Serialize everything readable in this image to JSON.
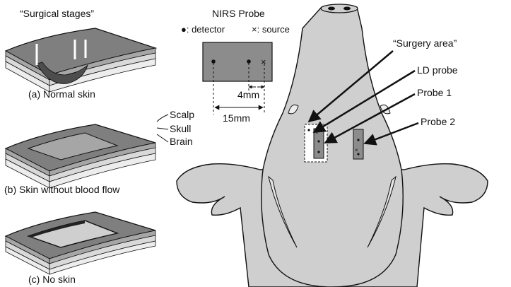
{
  "stages": {
    "title": "“Surgical stages”",
    "panel_a": "(a) Normal skin",
    "panel_b": "(b) Skin without blood flow",
    "panel_c": "(c) No skin",
    "layer_labels": [
      "Scalp",
      "Skull",
      "Brain"
    ]
  },
  "nirs_probe": {
    "title": "NIRS Probe",
    "detector_legend": "●: detector",
    "source_legend": "×: source",
    "short_distance": "4mm",
    "long_distance": "15mm"
  },
  "rat": {
    "surgery_area": "“Surgery area”",
    "ld_probe": "LD probe",
    "probe1": "Probe 1",
    "probe2": "Probe 2"
  },
  "colors": {
    "skin_dark": "#7f7f7f",
    "skin_light": "#a6a6a6",
    "skull": "#d9d9d9",
    "brain": "#ededed",
    "animal": "#cfcfcf",
    "probe": "#8c8c8c",
    "outline": "#111111"
  }
}
